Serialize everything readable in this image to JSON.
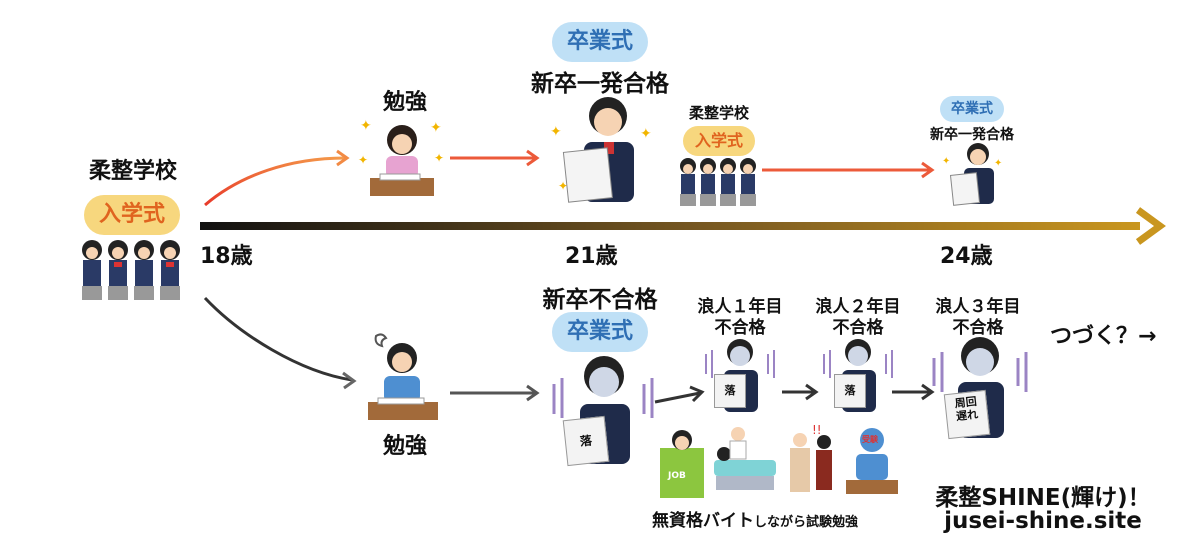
{
  "school_label": "柔整学校",
  "entrance_ceremony": "入学式",
  "graduation_ceremony": "卒業式",
  "ages": {
    "age18": "18歳",
    "age21": "21歳",
    "age24": "24歳"
  },
  "top_path": {
    "study": "勉強",
    "pass_first_try": "新卒一発合格",
    "school_again": "柔整学校",
    "pass_first_try_2": "新卒一発合格"
  },
  "bottom_path": {
    "study": "勉強",
    "new_grad_fail": "新卒不合格",
    "ronin1": "浪人１年目",
    "ronin1_fail": "不合格",
    "ronin2": "浪人２年目",
    "ronin2_fail": "不合格",
    "ronin3": "浪人３年目",
    "ronin3_fail": "不合格",
    "fail_stamp": "落",
    "lap_behind_line1": "周回",
    "lap_behind_line2": "遅れ",
    "continue": "つづく？→",
    "side_job_main": "無資格バイト",
    "side_job_sub": "しながら試験勉強",
    "job_book": "JOB",
    "exam_headband": "受験"
  },
  "brand": {
    "title": "柔整SHINE(輝け)！",
    "site": "jusei-shine.site"
  }
}
